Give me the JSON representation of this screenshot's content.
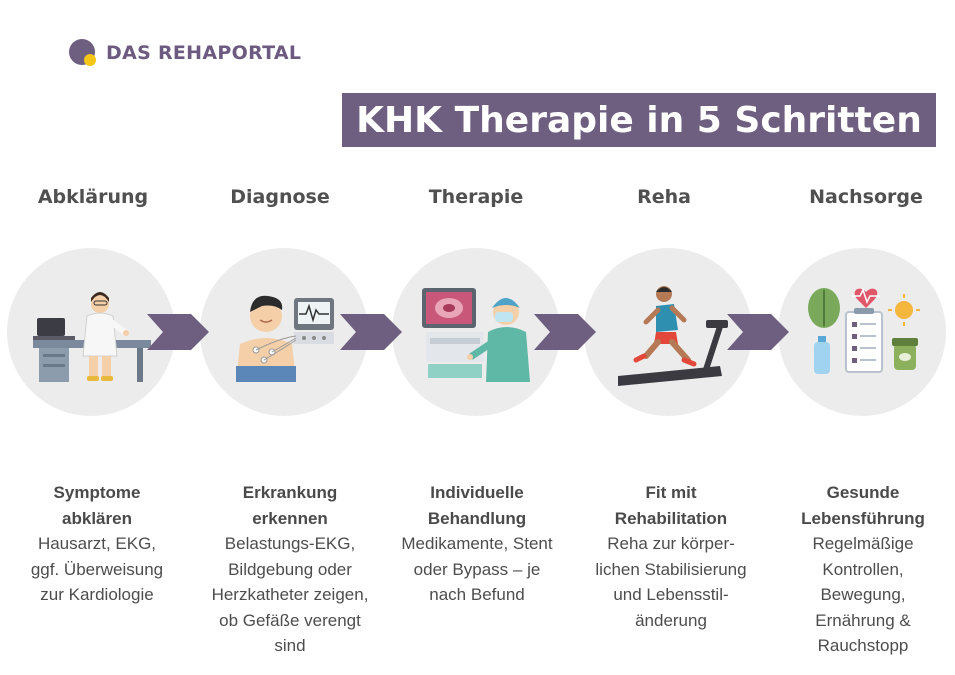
{
  "brand": {
    "name": "DAS REHAPORTAL"
  },
  "title": "KHK Therapie in 5 Schritten",
  "colors": {
    "accent": "#6e5e80",
    "circle": "#ececec",
    "logo_dot": "#f5c518"
  },
  "steps": [
    {
      "label": "Abklärung",
      "heading": "Symptome abklären",
      "text": "Hausarzt, EKG, ggf. Überweisung zur Kardiologie",
      "icon": "doctor-at-desk-icon"
    },
    {
      "label": "Diagnose",
      "heading": "Erkrankung erkennen",
      "text": "Belastungs-EKG, Bildgebung oder Herzkatheter zeigen, ob Gefäße verengt sind",
      "icon": "ecg-patient-icon"
    },
    {
      "label": "Therapie",
      "heading": "Individuelle Behandlung",
      "text": "Medikamente, Stent oder Bypass – je nach Befund",
      "icon": "surgeon-monitor-icon"
    },
    {
      "label": "Reha",
      "heading": "Fit mit Rehabilitation",
      "text": "Reha zur körper-lichen Stabilisierung und Lebensstil-änderung",
      "icon": "treadmill-runner-icon"
    },
    {
      "label": "Nachsorge",
      "heading": "Gesunde Lebensführung",
      "text": "Regelmäßige Kontrollen, Bewegung, Ernährung & Rauchstopp",
      "icon": "healthy-lifestyle-icon"
    }
  ]
}
